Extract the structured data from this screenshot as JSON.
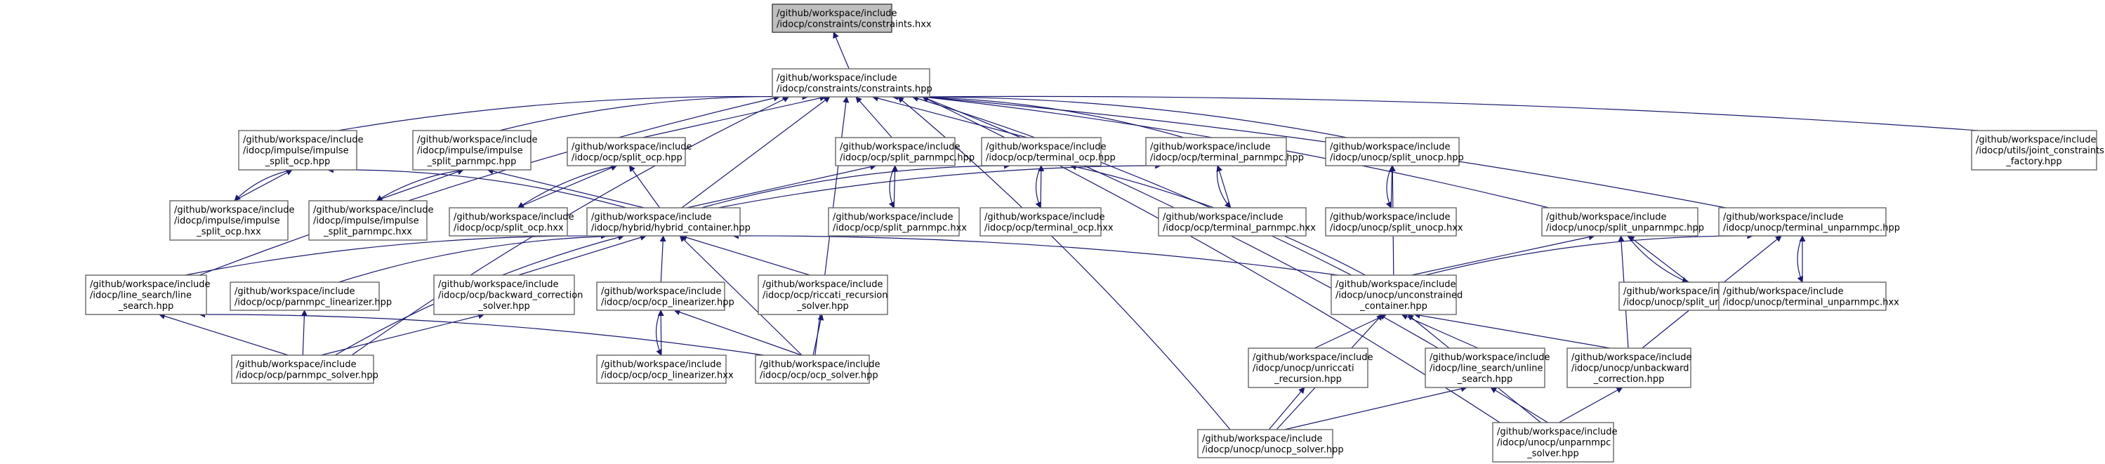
{
  "nodes": [
    {
      "id": "constraints_hxx",
      "lines": [
        "/github/workspace/include",
        "/idocp/constraints/constraints.hxx"
      ],
      "highlight": true
    },
    {
      "id": "constraints_hpp",
      "lines": [
        "/github/workspace/include",
        "/idocp/constraints/constraints.hpp"
      ]
    },
    {
      "id": "impulse_split_ocp_hpp",
      "lines": [
        "/github/workspace/include",
        "/idocp/impulse/impulse",
        "_split_ocp.hpp"
      ]
    },
    {
      "id": "impulse_split_parnmpc_hpp",
      "lines": [
        "/github/workspace/include",
        "/idocp/impulse/impulse",
        "_split_parnmpc.hpp"
      ]
    },
    {
      "id": "split_ocp_hpp",
      "lines": [
        "/github/workspace/include",
        "/idocp/ocp/split_ocp.hpp"
      ]
    },
    {
      "id": "split_parnmpc_hpp",
      "lines": [
        "/github/workspace/include",
        "/idocp/ocp/split_parnmpc.hpp"
      ]
    },
    {
      "id": "terminal_ocp_hpp",
      "lines": [
        "/github/workspace/include",
        "/idocp/ocp/terminal_ocp.hpp"
      ]
    },
    {
      "id": "terminal_parnmpc_hpp",
      "lines": [
        "/github/workspace/include",
        "/idocp/ocp/terminal_parnmpc.hpp"
      ]
    },
    {
      "id": "split_unocp_hpp",
      "lines": [
        "/github/workspace/include",
        "/idocp/unocp/split_unocp.hpp"
      ]
    },
    {
      "id": "joint_constraints_factory_hpp",
      "lines": [
        "/github/workspace/include",
        "/idocp/utils/joint_constraints",
        "_factory.hpp"
      ]
    },
    {
      "id": "impulse_split_ocp_hxx",
      "lines": [
        "/github/workspace/include",
        "/idocp/impulse/impulse",
        "_split_ocp.hxx"
      ]
    },
    {
      "id": "impulse_split_parnmpc_hxx",
      "lines": [
        "/github/workspace/include",
        "/idocp/impulse/impulse",
        "_split_parnmpc.hxx"
      ]
    },
    {
      "id": "split_ocp_hxx",
      "lines": [
        "/github/workspace/include",
        "/idocp/ocp/split_ocp.hxx"
      ]
    },
    {
      "id": "hybrid_container_hpp",
      "lines": [
        "/github/workspace/include",
        "/idocp/hybrid/hybrid_container.hpp"
      ]
    },
    {
      "id": "split_parnmpc_hxx",
      "lines": [
        "/github/workspace/include",
        "/idocp/ocp/split_parnmpc.hxx"
      ]
    },
    {
      "id": "terminal_ocp_hxx",
      "lines": [
        "/github/workspace/include",
        "/idocp/ocp/terminal_ocp.hxx"
      ]
    },
    {
      "id": "terminal_parnmpc_hxx",
      "lines": [
        "/github/workspace/include",
        "/idocp/ocp/terminal_parnmpc.hxx"
      ]
    },
    {
      "id": "split_unocp_hxx",
      "lines": [
        "/github/workspace/include",
        "/idocp/unocp/split_unocp.hxx"
      ]
    },
    {
      "id": "split_unparnmpc_hpp",
      "lines": [
        "/github/workspace/include",
        "/idocp/unocp/split_unparnmpc.hpp"
      ]
    },
    {
      "id": "terminal_unparnmpc_hpp",
      "lines": [
        "/github/workspace/include",
        "/idocp/unocp/terminal_unparnmpc.hpp"
      ]
    },
    {
      "id": "line_search_hpp",
      "lines": [
        "/github/workspace/include",
        "/idocp/line_search/line",
        "_search.hpp"
      ]
    },
    {
      "id": "parnmpc_linearizer_hpp",
      "lines": [
        "/github/workspace/include",
        "/idocp/ocp/parnmpc_linearizer.hpp"
      ]
    },
    {
      "id": "backward_correction_solver_hpp",
      "lines": [
        "/github/workspace/include",
        "/idocp/ocp/backward_correction",
        "_solver.hpp"
      ]
    },
    {
      "id": "ocp_linearizer_hpp",
      "lines": [
        "/github/workspace/include",
        "/idocp/ocp/ocp_linearizer.hpp"
      ]
    },
    {
      "id": "riccati_recursion_solver_hpp",
      "lines": [
        "/github/workspace/include",
        "/idocp/ocp/riccati_recursion",
        "_solver.hpp"
      ]
    },
    {
      "id": "unconstrained_container_hpp",
      "lines": [
        "/github/workspace/include",
        "/idocp/unocp/unconstrained",
        "_container.hpp"
      ]
    },
    {
      "id": "split_unparnmpc_hxx",
      "lines": [
        "/github/workspace/include",
        "/idocp/unocp/split_unparnmpc.hxx"
      ]
    },
    {
      "id": "terminal_unparnmpc_hxx",
      "lines": [
        "/github/workspace/include",
        "/idocp/unocp/terminal_unparnmpc.hxx"
      ]
    },
    {
      "id": "parnmpc_solver_hpp",
      "lines": [
        "/github/workspace/include",
        "/idocp/ocp/parnmpc_solver.hpp"
      ]
    },
    {
      "id": "ocp_linearizer_hxx",
      "lines": [
        "/github/workspace/include",
        "/idocp/ocp/ocp_linearizer.hxx"
      ]
    },
    {
      "id": "ocp_solver_hpp",
      "lines": [
        "/github/workspace/include",
        "/idocp/ocp/ocp_solver.hpp"
      ]
    },
    {
      "id": "unriccati_recursion_hpp",
      "lines": [
        "/github/workspace/include",
        "/idocp/unocp/unriccati",
        "_recursion.hpp"
      ]
    },
    {
      "id": "unline_search_hpp",
      "lines": [
        "/github/workspace/include",
        "/idocp/line_search/unline",
        "_search.hpp"
      ]
    },
    {
      "id": "unbackward_correction_hpp",
      "lines": [
        "/github/workspace/include",
        "/idocp/unocp/unbackward",
        "_correction.hpp"
      ]
    },
    {
      "id": "unocp_solver_hpp",
      "lines": [
        "/github/workspace/include",
        "/idocp/unocp/unocp_solver.hpp"
      ]
    },
    {
      "id": "unparnmpc_solver_hpp",
      "lines": [
        "/github/workspace/include",
        "/idocp/unocp/unparnmpc",
        "_solver.hpp"
      ]
    }
  ],
  "edges": [
    [
      "constraints_hpp",
      "constraints_hxx"
    ],
    [
      "impulse_split_ocp_hpp",
      "constraints_hpp"
    ],
    [
      "impulse_split_parnmpc_hpp",
      "constraints_hpp"
    ],
    [
      "split_ocp_hpp",
      "constraints_hpp"
    ],
    [
      "split_parnmpc_hpp",
      "constraints_hpp"
    ],
    [
      "terminal_ocp_hpp",
      "constraints_hpp"
    ],
    [
      "terminal_parnmpc_hpp",
      "constraints_hpp"
    ],
    [
      "split_unocp_hpp",
      "constraints_hpp"
    ],
    [
      "joint_constraints_factory_hpp",
      "constraints_hpp"
    ],
    [
      "hybrid_container_hpp",
      "constraints_hpp"
    ],
    [
      "line_search_hpp",
      "constraints_hpp"
    ],
    [
      "parnmpc_solver_hpp",
      "constraints_hpp"
    ],
    [
      "ocp_solver_hpp",
      "constraints_hpp"
    ],
    [
      "unconstrained_container_hpp",
      "constraints_hpp"
    ],
    [
      "unline_search_hpp",
      "constraints_hpp"
    ],
    [
      "split_unparnmpc_hpp",
      "constraints_hpp"
    ],
    [
      "terminal_unparnmpc_hpp",
      "constraints_hpp"
    ],
    [
      "unocp_solver_hpp",
      "constraints_hpp"
    ],
    [
      "unparnmpc_solver_hpp",
      "constraints_hpp"
    ],
    [
      "impulse_split_ocp_hxx",
      "impulse_split_ocp_hpp"
    ],
    [
      "impulse_split_ocp_hpp",
      "impulse_split_ocp_hxx"
    ],
    [
      "hybrid_container_hpp",
      "impulse_split_ocp_hpp"
    ],
    [
      "impulse_split_parnmpc_hxx",
      "impulse_split_parnmpc_hpp"
    ],
    [
      "impulse_split_parnmpc_hpp",
      "impulse_split_parnmpc_hxx"
    ],
    [
      "hybrid_container_hpp",
      "impulse_split_parnmpc_hpp"
    ],
    [
      "split_ocp_hxx",
      "split_ocp_hpp"
    ],
    [
      "split_ocp_hpp",
      "split_ocp_hxx"
    ],
    [
      "hybrid_container_hpp",
      "split_ocp_hpp"
    ],
    [
      "split_parnmpc_hxx",
      "split_parnmpc_hpp"
    ],
    [
      "split_parnmpc_hpp",
      "split_parnmpc_hxx"
    ],
    [
      "hybrid_container_hpp",
      "split_parnmpc_hpp"
    ],
    [
      "terminal_ocp_hxx",
      "terminal_ocp_hpp"
    ],
    [
      "terminal_ocp_hpp",
      "terminal_ocp_hxx"
    ],
    [
      "hybrid_container_hpp",
      "terminal_ocp_hpp"
    ],
    [
      "unconstrained_container_hpp",
      "terminal_ocp_hpp"
    ],
    [
      "terminal_parnmpc_hxx",
      "terminal_parnmpc_hpp"
    ],
    [
      "terminal_parnmpc_hpp",
      "terminal_parnmpc_hxx"
    ],
    [
      "hybrid_container_hpp",
      "terminal_parnmpc_hpp"
    ],
    [
      "split_unocp_hxx",
      "split_unocp_hpp"
    ],
    [
      "split_unocp_hpp",
      "split_unocp_hxx"
    ],
    [
      "unconstrained_container_hpp",
      "split_unocp_hpp"
    ],
    [
      "line_search_hpp",
      "hybrid_container_hpp"
    ],
    [
      "parnmpc_linearizer_hpp",
      "hybrid_container_hpp"
    ],
    [
      "backward_correction_solver_hpp",
      "hybrid_container_hpp"
    ],
    [
      "ocp_linearizer_hpp",
      "hybrid_container_hpp"
    ],
    [
      "riccati_recursion_solver_hpp",
      "hybrid_container_hpp"
    ],
    [
      "parnmpc_solver_hpp",
      "hybrid_container_hpp"
    ],
    [
      "ocp_solver_hpp",
      "hybrid_container_hpp"
    ],
    [
      "unconstrained_container_hpp",
      "hybrid_container_hpp"
    ],
    [
      "split_unparnmpc_hxx",
      "split_unparnmpc_hpp"
    ],
    [
      "split_unparnmpc_hpp",
      "split_unparnmpc_hxx"
    ],
    [
      "unconstrained_container_hpp",
      "split_unparnmpc_hpp"
    ],
    [
      "unbackward_correction_hpp",
      "split_unparnmpc_hpp"
    ],
    [
      "terminal_unparnmpc_hxx",
      "terminal_unparnmpc_hpp"
    ],
    [
      "terminal_unparnmpc_hpp",
      "terminal_unparnmpc_hxx"
    ],
    [
      "unconstrained_container_hpp",
      "terminal_unparnmpc_hpp"
    ],
    [
      "unbackward_correction_hpp",
      "terminal_unparnmpc_hpp"
    ],
    [
      "parnmpc_solver_hpp",
      "line_search_hpp"
    ],
    [
      "ocp_solver_hpp",
      "line_search_hpp"
    ],
    [
      "parnmpc_solver_hpp",
      "parnmpc_linearizer_hpp"
    ],
    [
      "parnmpc_solver_hpp",
      "backward_correction_solver_hpp"
    ],
    [
      "ocp_linearizer_hxx",
      "ocp_linearizer_hpp"
    ],
    [
      "ocp_linearizer_hpp",
      "ocp_linearizer_hxx"
    ],
    [
      "ocp_solver_hpp",
      "ocp_linearizer_hpp"
    ],
    [
      "ocp_solver_hpp",
      "riccati_recursion_solver_hpp"
    ],
    [
      "unriccati_recursion_hpp",
      "unconstrained_container_hpp"
    ],
    [
      "unline_search_hpp",
      "unconstrained_container_hpp"
    ],
    [
      "unbackward_correction_hpp",
      "unconstrained_container_hpp"
    ],
    [
      "unocp_solver_hpp",
      "unconstrained_container_hpp"
    ],
    [
      "unparnmpc_solver_hpp",
      "unconstrained_container_hpp"
    ],
    [
      "unocp_solver_hpp",
      "unriccati_recursion_hpp"
    ],
    [
      "unocp_solver_hpp",
      "unline_search_hpp"
    ],
    [
      "unparnmpc_solver_hpp",
      "unline_search_hpp"
    ],
    [
      "unparnmpc_solver_hpp",
      "unbackward_correction_hpp"
    ]
  ]
}
